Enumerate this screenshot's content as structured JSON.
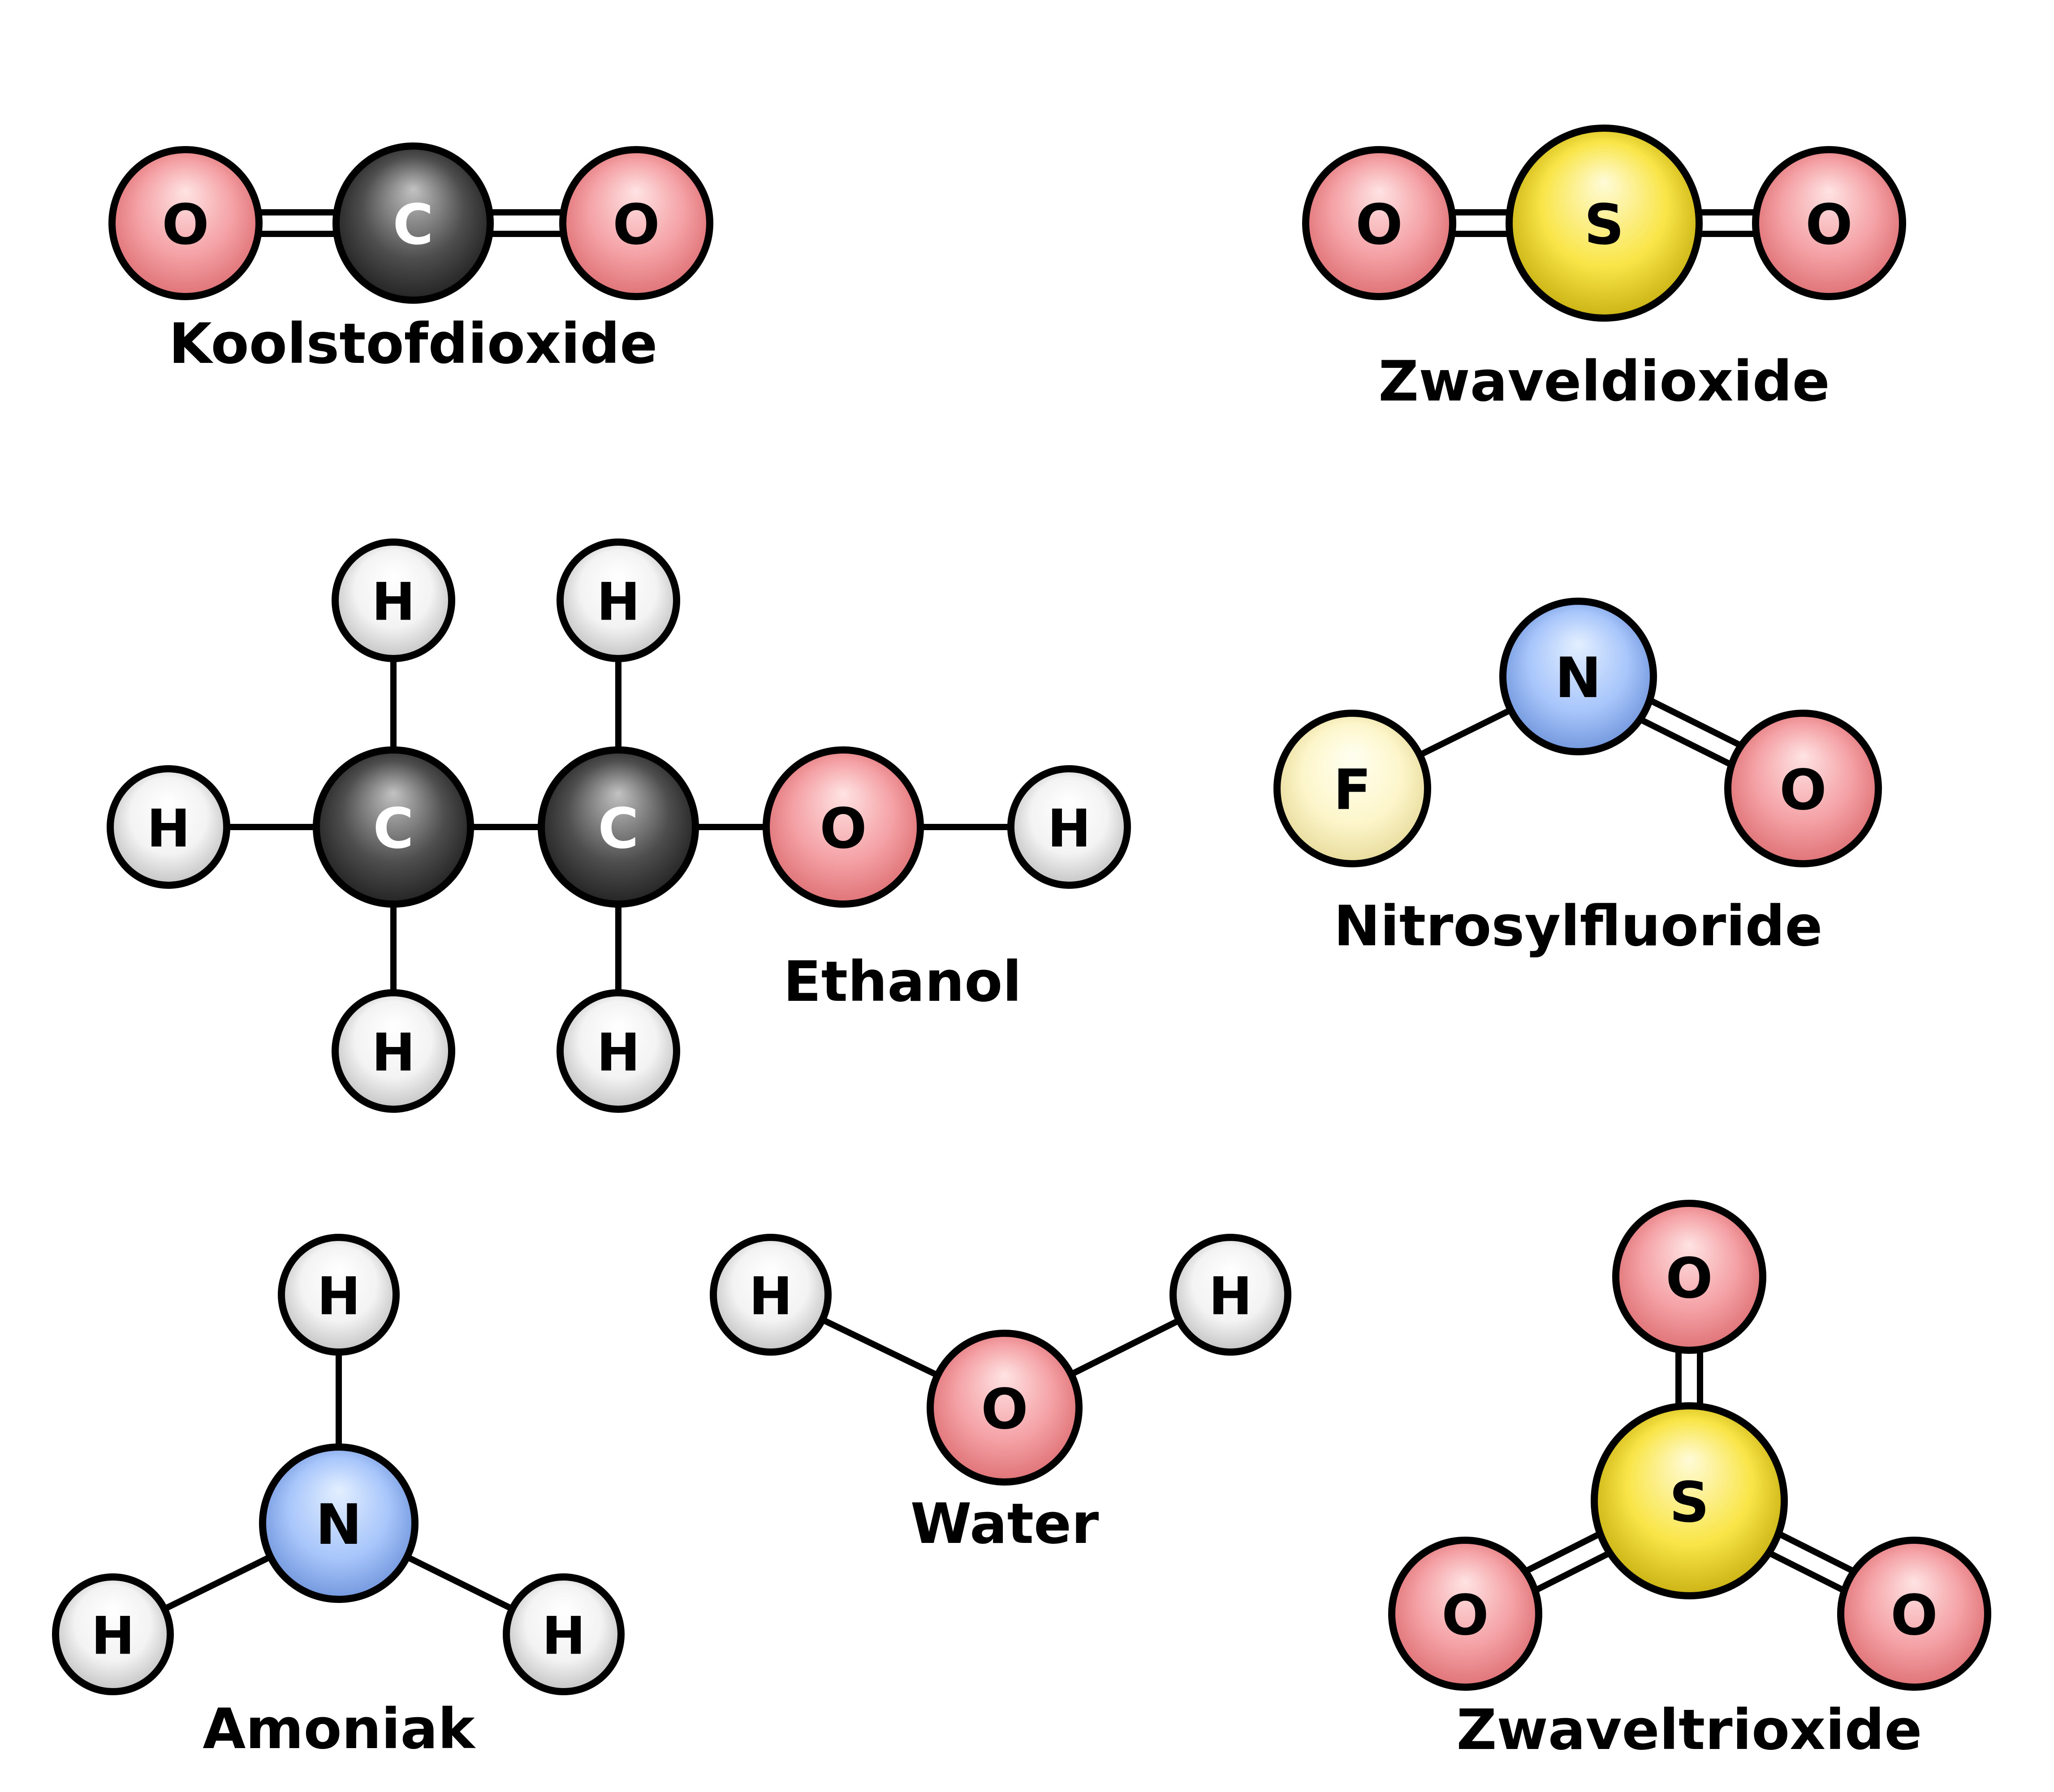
{
  "colors": {
    "O": [
      "#ffe3e3",
      "#f4a0a4",
      "#d66266"
    ],
    "C": [
      "#c2c2c2",
      "#4e4e4e",
      "#141414"
    ],
    "S": [
      "#fffbd8",
      "#f9e547",
      "#b9a000"
    ],
    "N": [
      "#e3efff",
      "#a8c6fb",
      "#5f86d2"
    ],
    "H": [
      "#ffffff",
      "#f3f3f3",
      "#b3b3b3"
    ],
    "F": [
      "#fffff0",
      "#fdf6cb",
      "#e0d28c"
    ],
    "outline": "#000000"
  },
  "molecules": [
    {
      "name": "Koolstofdioxide",
      "atoms": [
        {
          "element": "O",
          "label": "O"
        },
        {
          "element": "C",
          "label": "C"
        },
        {
          "element": "O",
          "label": "O"
        }
      ],
      "bonds": [
        [
          0,
          1,
          2
        ],
        [
          1,
          2,
          2
        ]
      ]
    },
    {
      "name": "Zwaveldioxide",
      "atoms": [
        {
          "element": "O",
          "label": "O"
        },
        {
          "element": "S",
          "label": "S"
        },
        {
          "element": "O",
          "label": "O"
        }
      ],
      "bonds": [
        [
          0,
          1,
          2
        ],
        [
          1,
          2,
          2
        ]
      ]
    },
    {
      "name": "Ethanol",
      "atoms": [
        {
          "element": "H",
          "label": "H"
        },
        {
          "element": "C",
          "label": "C"
        },
        {
          "element": "C",
          "label": "C"
        },
        {
          "element": "O",
          "label": "O"
        },
        {
          "element": "H",
          "label": "H"
        },
        {
          "element": "H",
          "label": "H"
        },
        {
          "element": "H",
          "label": "H"
        },
        {
          "element": "H",
          "label": "H"
        },
        {
          "element": "H",
          "label": "H"
        }
      ],
      "bonds": [
        [
          0,
          1,
          1
        ],
        [
          1,
          2,
          1
        ],
        [
          2,
          3,
          1
        ],
        [
          3,
          4,
          1
        ],
        [
          1,
          5,
          1
        ],
        [
          1,
          6,
          1
        ],
        [
          2,
          7,
          1
        ],
        [
          2,
          8,
          1
        ]
      ]
    },
    {
      "name": "Nitrosylfluoride",
      "atoms": [
        {
          "element": "F",
          "label": "F"
        },
        {
          "element": "N",
          "label": "N"
        },
        {
          "element": "O",
          "label": "O"
        }
      ],
      "bonds": [
        [
          0,
          1,
          1
        ],
        [
          1,
          2,
          2
        ]
      ]
    },
    {
      "name": "Amoniak",
      "atoms": [
        {
          "element": "N",
          "label": "N"
        },
        {
          "element": "H",
          "label": "H"
        },
        {
          "element": "H",
          "label": "H"
        },
        {
          "element": "H",
          "label": "H"
        }
      ],
      "bonds": [
        [
          0,
          1,
          1
        ],
        [
          0,
          2,
          1
        ],
        [
          0,
          3,
          1
        ]
      ]
    },
    {
      "name": "Water",
      "atoms": [
        {
          "element": "O",
          "label": "O"
        },
        {
          "element": "H",
          "label": "H"
        },
        {
          "element": "H",
          "label": "H"
        }
      ],
      "bonds": [
        [
          0,
          1,
          1
        ],
        [
          0,
          2,
          1
        ]
      ]
    },
    {
      "name": "Zwaveltrioxide",
      "atoms": [
        {
          "element": "S",
          "label": "S"
        },
        {
          "element": "O",
          "label": "O"
        },
        {
          "element": "O",
          "label": "O"
        },
        {
          "element": "O",
          "label": "O"
        }
      ],
      "bonds": [
        [
          0,
          1,
          2
        ],
        [
          0,
          2,
          2
        ],
        [
          0,
          3,
          2
        ]
      ]
    }
  ]
}
